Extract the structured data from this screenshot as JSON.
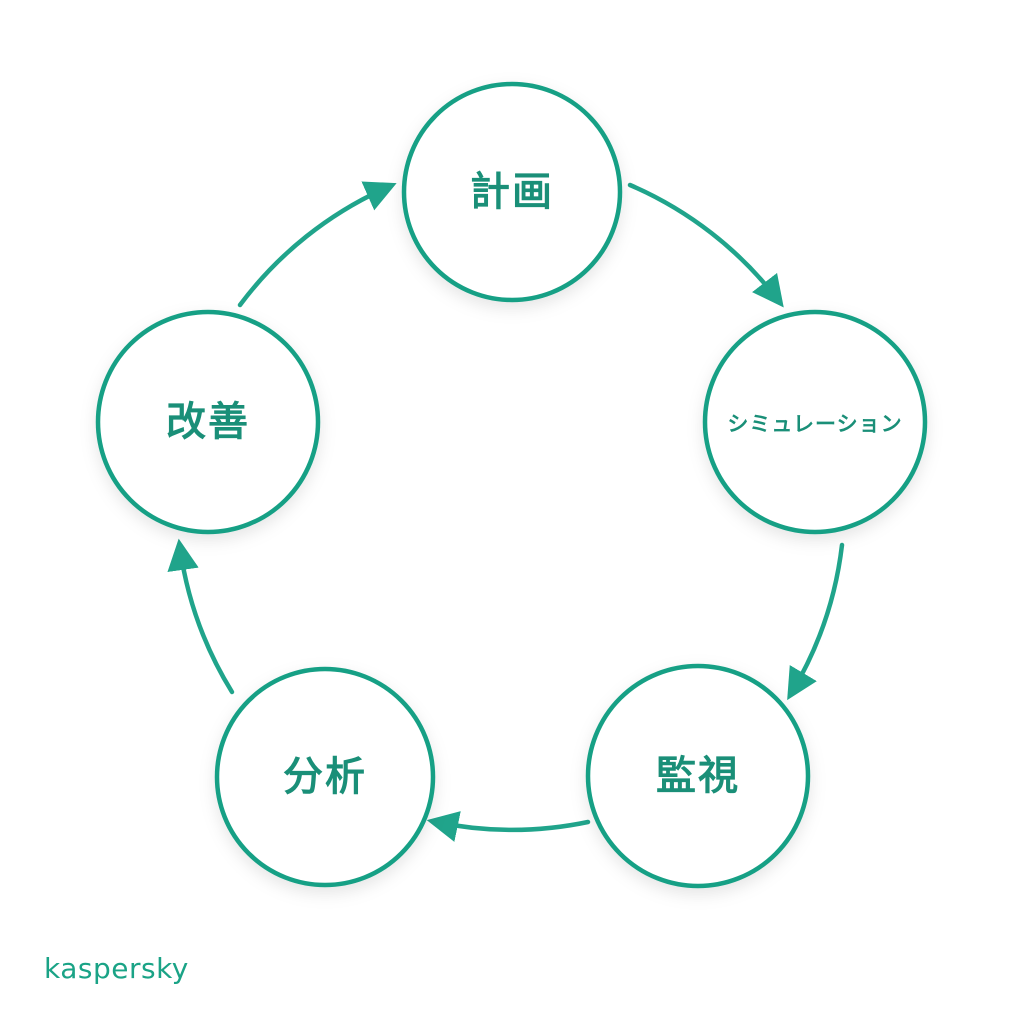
{
  "diagram": {
    "nodes": [
      {
        "id": "plan",
        "label": "計画"
      },
      {
        "id": "simulation",
        "label": "シミュレーション"
      },
      {
        "id": "monitor",
        "label": "監視"
      },
      {
        "id": "analyze",
        "label": "分析"
      },
      {
        "id": "improve",
        "label": "改善"
      }
    ],
    "edges": [
      {
        "from": "plan",
        "to": "simulation"
      },
      {
        "from": "simulation",
        "to": "monitor"
      },
      {
        "from": "monitor",
        "to": "analyze"
      },
      {
        "from": "analyze",
        "to": "improve"
      },
      {
        "from": "improve",
        "to": "plan"
      }
    ],
    "colors": {
      "accent": "#15a085",
      "label": "#1a8f78",
      "circle_fill": "#ffffff"
    }
  },
  "brand": {
    "logo_text": "kaspersky",
    "color": "#1aa386"
  }
}
